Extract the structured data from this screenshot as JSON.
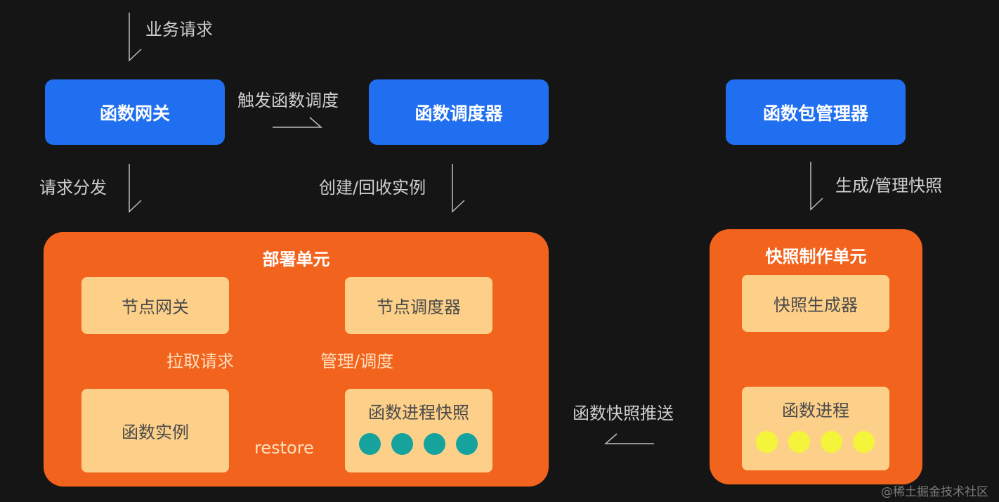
{
  "top_request_label": "业务请求",
  "gateway_label": "函数网关",
  "trigger_label": "触发函数调度",
  "scheduler_label": "函数调度器",
  "package_manager_label": "函数包管理器",
  "dispatch_label": "请求分发",
  "create_recycle_label": "创建/回收实例",
  "snapshot_manage_label": "生成/管理快照",
  "deploy_unit": {
    "title": "部署单元",
    "node_gateway": "节点网关",
    "node_scheduler": "节点调度器",
    "pull_label": "拉取请求",
    "manage_label": "管理/调度",
    "instance": "函数实例",
    "restore_label": "restore",
    "process_snapshot": "函数进程快照"
  },
  "snapshot_unit": {
    "title": "快照制作单元",
    "generator": "快照生成器",
    "process": "函数进程"
  },
  "push_label": "函数快照推送",
  "watermark": "@稀土掘金技术社区",
  "colors": {
    "background": "#151515",
    "blue": "#1f6ff0",
    "orange": "#f2631d",
    "inner": "#fdd08a",
    "teal": "#17a39d",
    "yellow": "#f4f43a"
  }
}
